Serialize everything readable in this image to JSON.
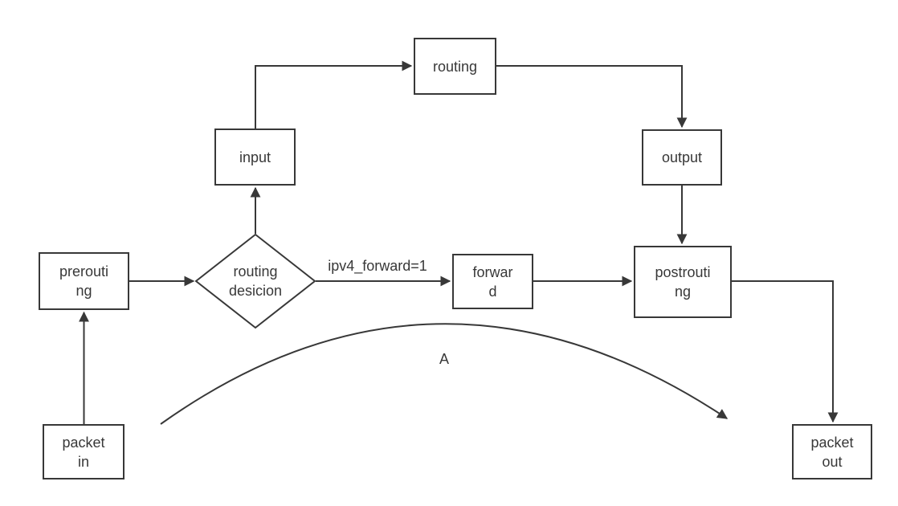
{
  "diagram": {
    "type": "flowchart",
    "colors": {
      "background": "#ffffff",
      "stroke": "#383838",
      "text": "#383838"
    },
    "nodes": {
      "packet_in": {
        "shape": "rect",
        "label": "packet\nin"
      },
      "prerouting": {
        "shape": "rect",
        "label": "prerouti\nng"
      },
      "routing_decision": {
        "shape": "diamond",
        "label": "routing\ndesicion"
      },
      "input": {
        "shape": "rect",
        "label": "input"
      },
      "routing": {
        "shape": "rect",
        "label": "routing"
      },
      "output": {
        "shape": "rect",
        "label": "output"
      },
      "forward": {
        "shape": "rect",
        "label": "forwar\nd"
      },
      "postrouting": {
        "shape": "rect",
        "label": "postrouti\nng"
      },
      "packet_out": {
        "shape": "rect",
        "label": "packet\nout"
      }
    },
    "labels": {
      "forward_condition": "ipv4_forward=1",
      "arc": "A"
    },
    "edges": [
      {
        "from": "packet_in",
        "to": "prerouting"
      },
      {
        "from": "prerouting",
        "to": "routing_decision"
      },
      {
        "from": "routing_decision",
        "to": "input"
      },
      {
        "from": "input",
        "to": "routing"
      },
      {
        "from": "routing",
        "to": "output"
      },
      {
        "from": "output",
        "to": "postrouting"
      },
      {
        "from": "routing_decision",
        "to": "forward",
        "label": "ipv4_forward=1"
      },
      {
        "from": "forward",
        "to": "postrouting"
      },
      {
        "from": "postrouting",
        "to": "packet_out"
      },
      {
        "from": "packet_in_side",
        "to": "packet_out_side",
        "label": "A",
        "style": "curved"
      }
    ]
  }
}
